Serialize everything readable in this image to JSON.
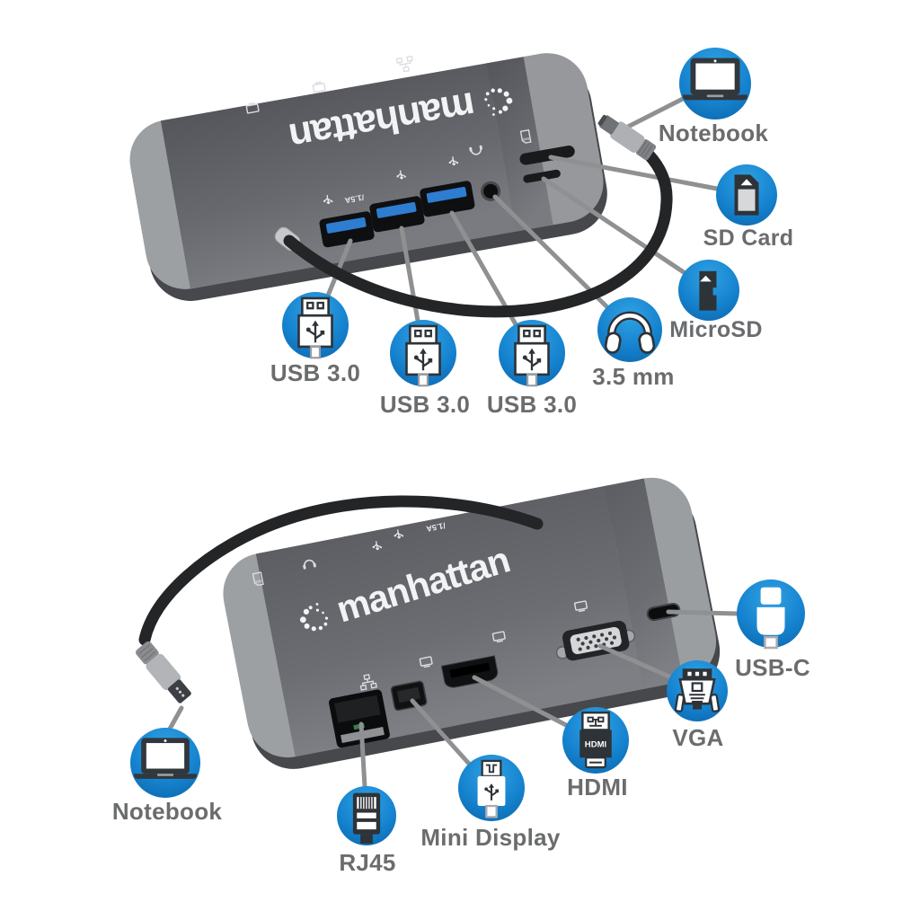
{
  "background": "#ffffff",
  "colors": {
    "badge_blue_light": "#31a2e3",
    "badge_blue": "#1583cf",
    "badge_blue_dark": "#0c63a9",
    "label_gray": "#6b6c6e",
    "leader_line_gray": "#8e9092",
    "dock_body_gray": "#64656a",
    "dock_endcap_gray": "#9da0a3",
    "cable_dark": "#232527",
    "usb_port_blue": "#2e7dd1",
    "icon_ink": "#2e3338"
  },
  "top_view": {
    "brand_logo": "manhattan",
    "port_marking": "/1.5A",
    "callouts": [
      {
        "label": "Notebook",
        "icon": "laptop"
      },
      {
        "label": "SD Card",
        "icon": "sd-card"
      },
      {
        "label": "MicroSD",
        "icon": "microsd-card"
      },
      {
        "label": "3.5 mm",
        "icon": "headphones"
      },
      {
        "label": "USB 3.0",
        "icon": "usb-a-plug"
      },
      {
        "label": "USB 3.0",
        "icon": "usb-a-plug"
      },
      {
        "label": "USB 3.0",
        "icon": "usb-a-plug"
      }
    ]
  },
  "bottom_view": {
    "brand_logo": "manhattan",
    "port_marking": "/1.5A",
    "hdmi_icon_text": "HDMI",
    "callouts": [
      {
        "label": "USB-C",
        "icon": "usb-c-plug"
      },
      {
        "label": "VGA",
        "icon": "vga-connector"
      },
      {
        "label": "HDMI",
        "icon": "hdmi-plug"
      },
      {
        "label": "Mini Display",
        "icon": "mini-displayport-plug"
      },
      {
        "label": "RJ45",
        "icon": "rj45-plug"
      },
      {
        "label": "Notebook",
        "icon": "laptop"
      }
    ]
  }
}
